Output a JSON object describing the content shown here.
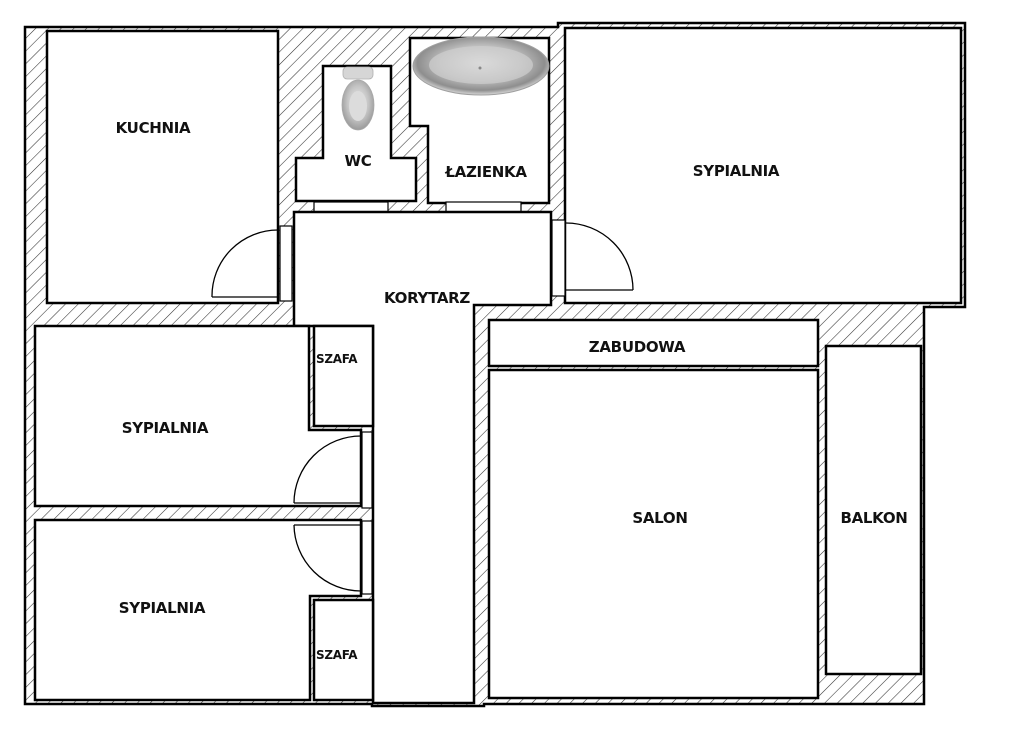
{
  "plan": {
    "colors": {
      "wall_stroke": "#000000",
      "room_fill": "#ffffff",
      "hatch": "#333333",
      "label": "#111111"
    },
    "rooms": {
      "kitchen": "KUCHNIA",
      "wc": "WC",
      "bathroom": "ŁAZIENKA",
      "bedroom_main": "SYPIALNIA",
      "corridor": "KORYTARZ",
      "wardrobe_top": "SZAFA",
      "bedroom_left_top": "SYPIALNIA",
      "bedroom_left_bottom": "SYPIALNIA",
      "wardrobe_bottom": "SZAFA",
      "built_in": "ZABUDOWA",
      "living_room": "SALON",
      "balcony": "BALKON"
    },
    "fixtures": {
      "toilet": "toilet-icon",
      "bathtub": "bathtub-icon"
    }
  }
}
